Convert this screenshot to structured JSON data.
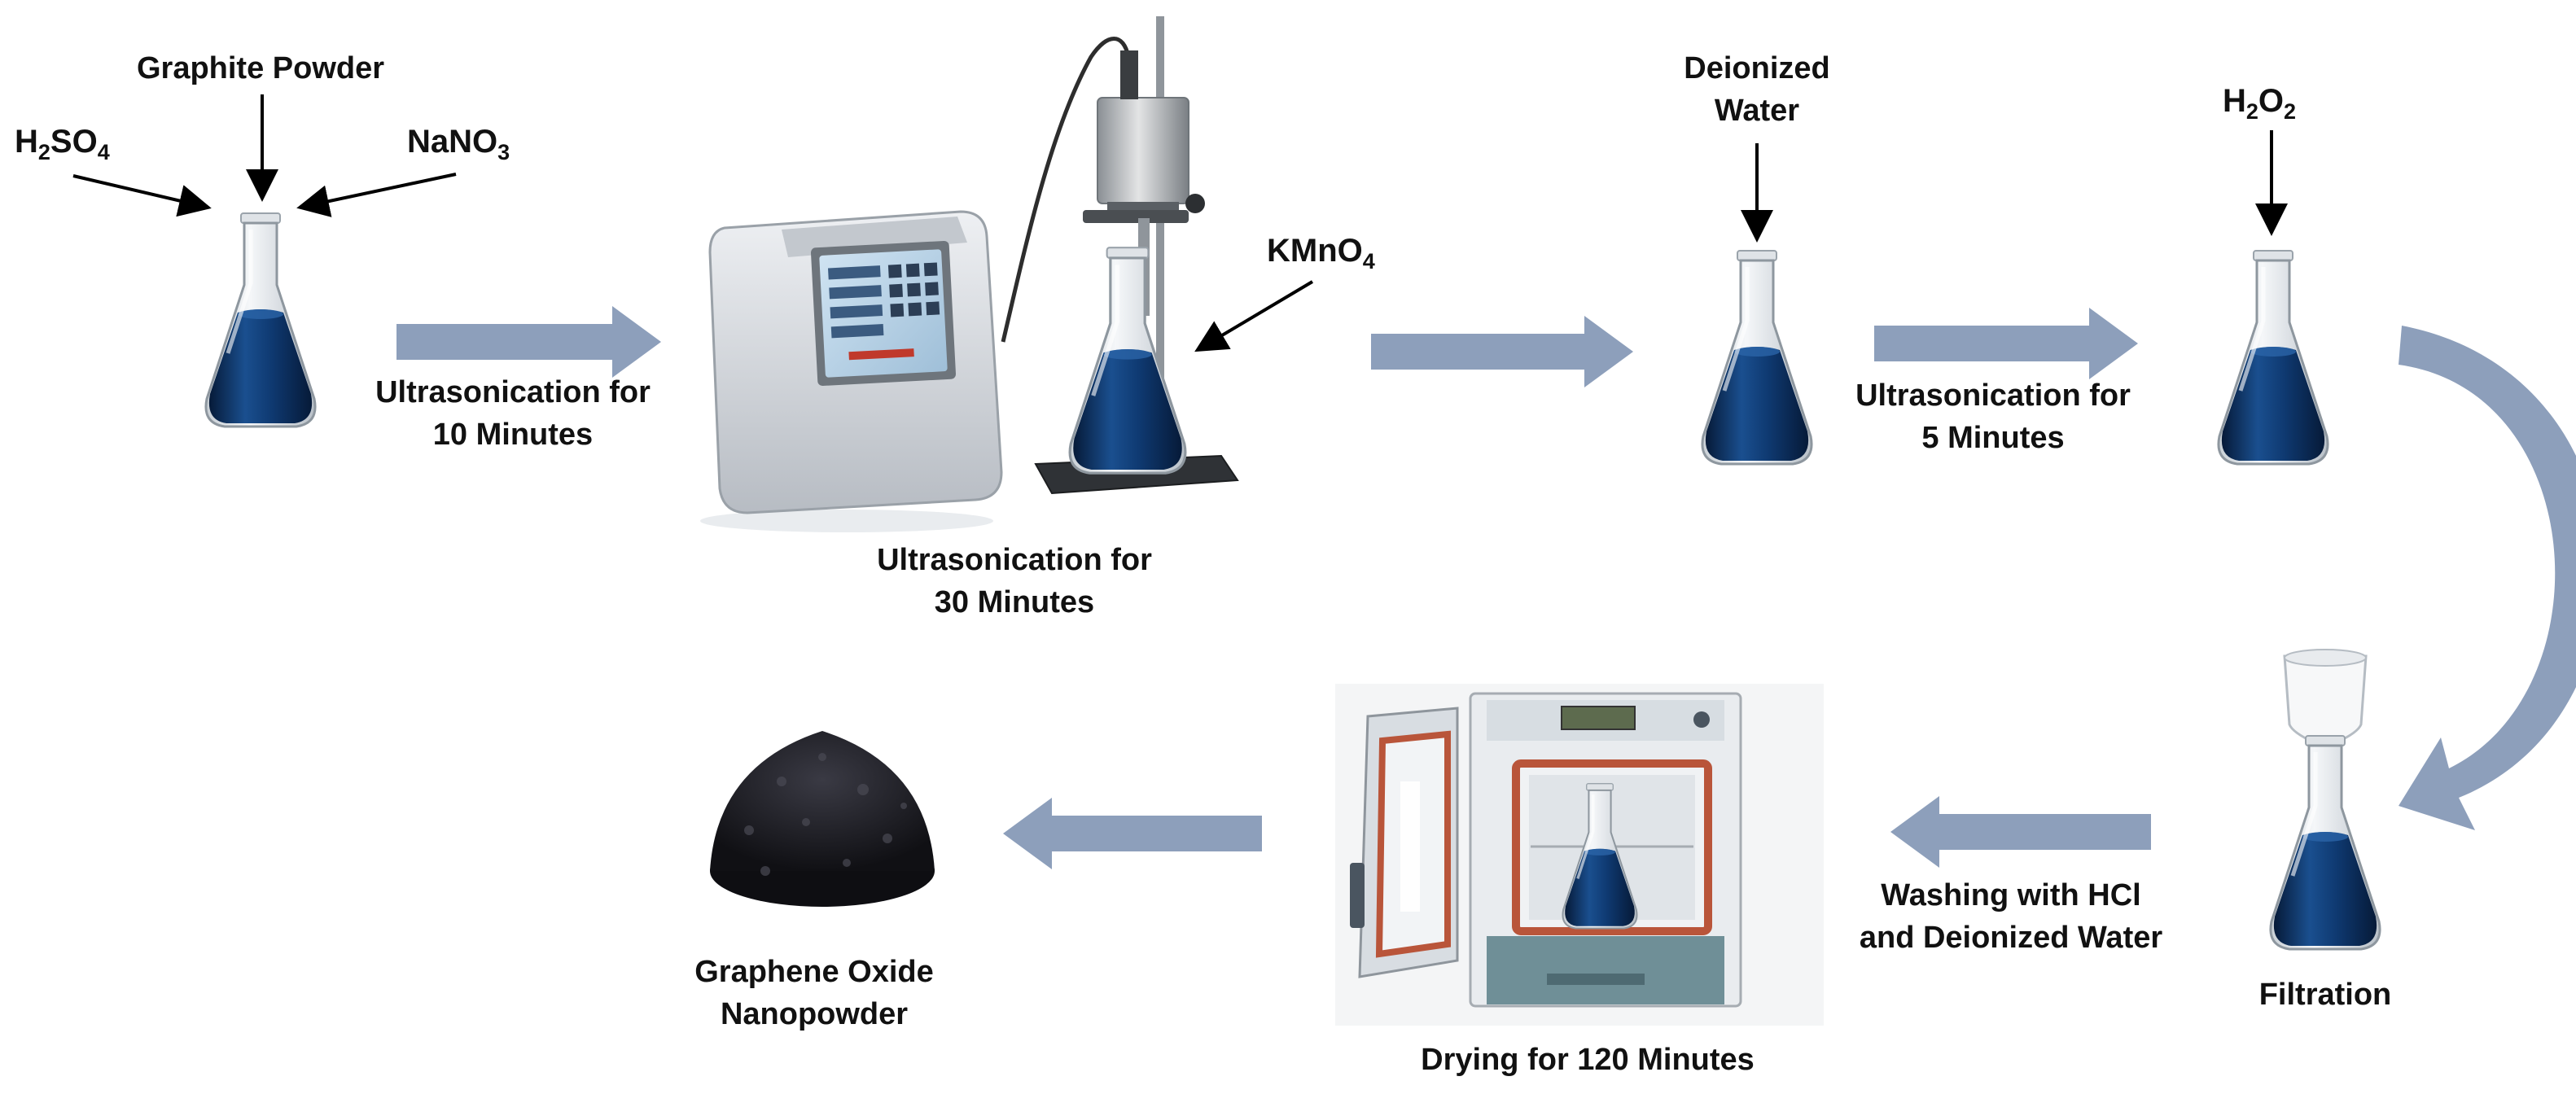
{
  "colors": {
    "flow_arrow": "#8d9fbb",
    "flow_arrow_dark": "#6d81a3",
    "pointer": "#000000",
    "solution": "#0f3a72",
    "solution_dark": "#061a38",
    "glass": "#e6eaee",
    "instrument_body": "#d9dde2",
    "oven_body": "#e9ecef",
    "oven_trim": "#b9553a",
    "oven_base": "#6f8f97",
    "powder": "#1c1c22"
  },
  "icons": [
    "erlenmeyer-flask-icon",
    "ultrasonicator-icon",
    "ultrasonic-probe-icon",
    "filtration-funnel-icon",
    "drying-oven-icon",
    "powder-pile-icon"
  ],
  "reagents": {
    "h2so4": {
      "base": "H",
      "sub1": "2",
      "mid": "SO",
      "sub2": "4"
    },
    "graphite": "Graphite Powder",
    "nano3": {
      "base": "NaNO",
      "sub": "3"
    },
    "kmno4": {
      "base": "KMnO",
      "sub": "4"
    },
    "water_line1": "Deionized",
    "water_line2": "Water",
    "h2o2": {
      "base": "H",
      "sub1": "2",
      "mid": "O",
      "sub2": "2"
    }
  },
  "steps": {
    "sonic10_line1": "Ultrasonication for",
    "sonic10_line2": "10 Minutes",
    "sonic30_line1": "Ultrasonication for",
    "sonic30_line2": "30 Minutes",
    "sonic5_line1": "Ultrasonication for",
    "sonic5_line2": "5 Minutes",
    "filtration": "Filtration",
    "wash_line1": "Washing with HCl",
    "wash_line2": "and Deionized Water",
    "drying": "Drying for 120 Minutes",
    "product_line1": "Graphene Oxide",
    "product_line2": "Nanopowder"
  }
}
